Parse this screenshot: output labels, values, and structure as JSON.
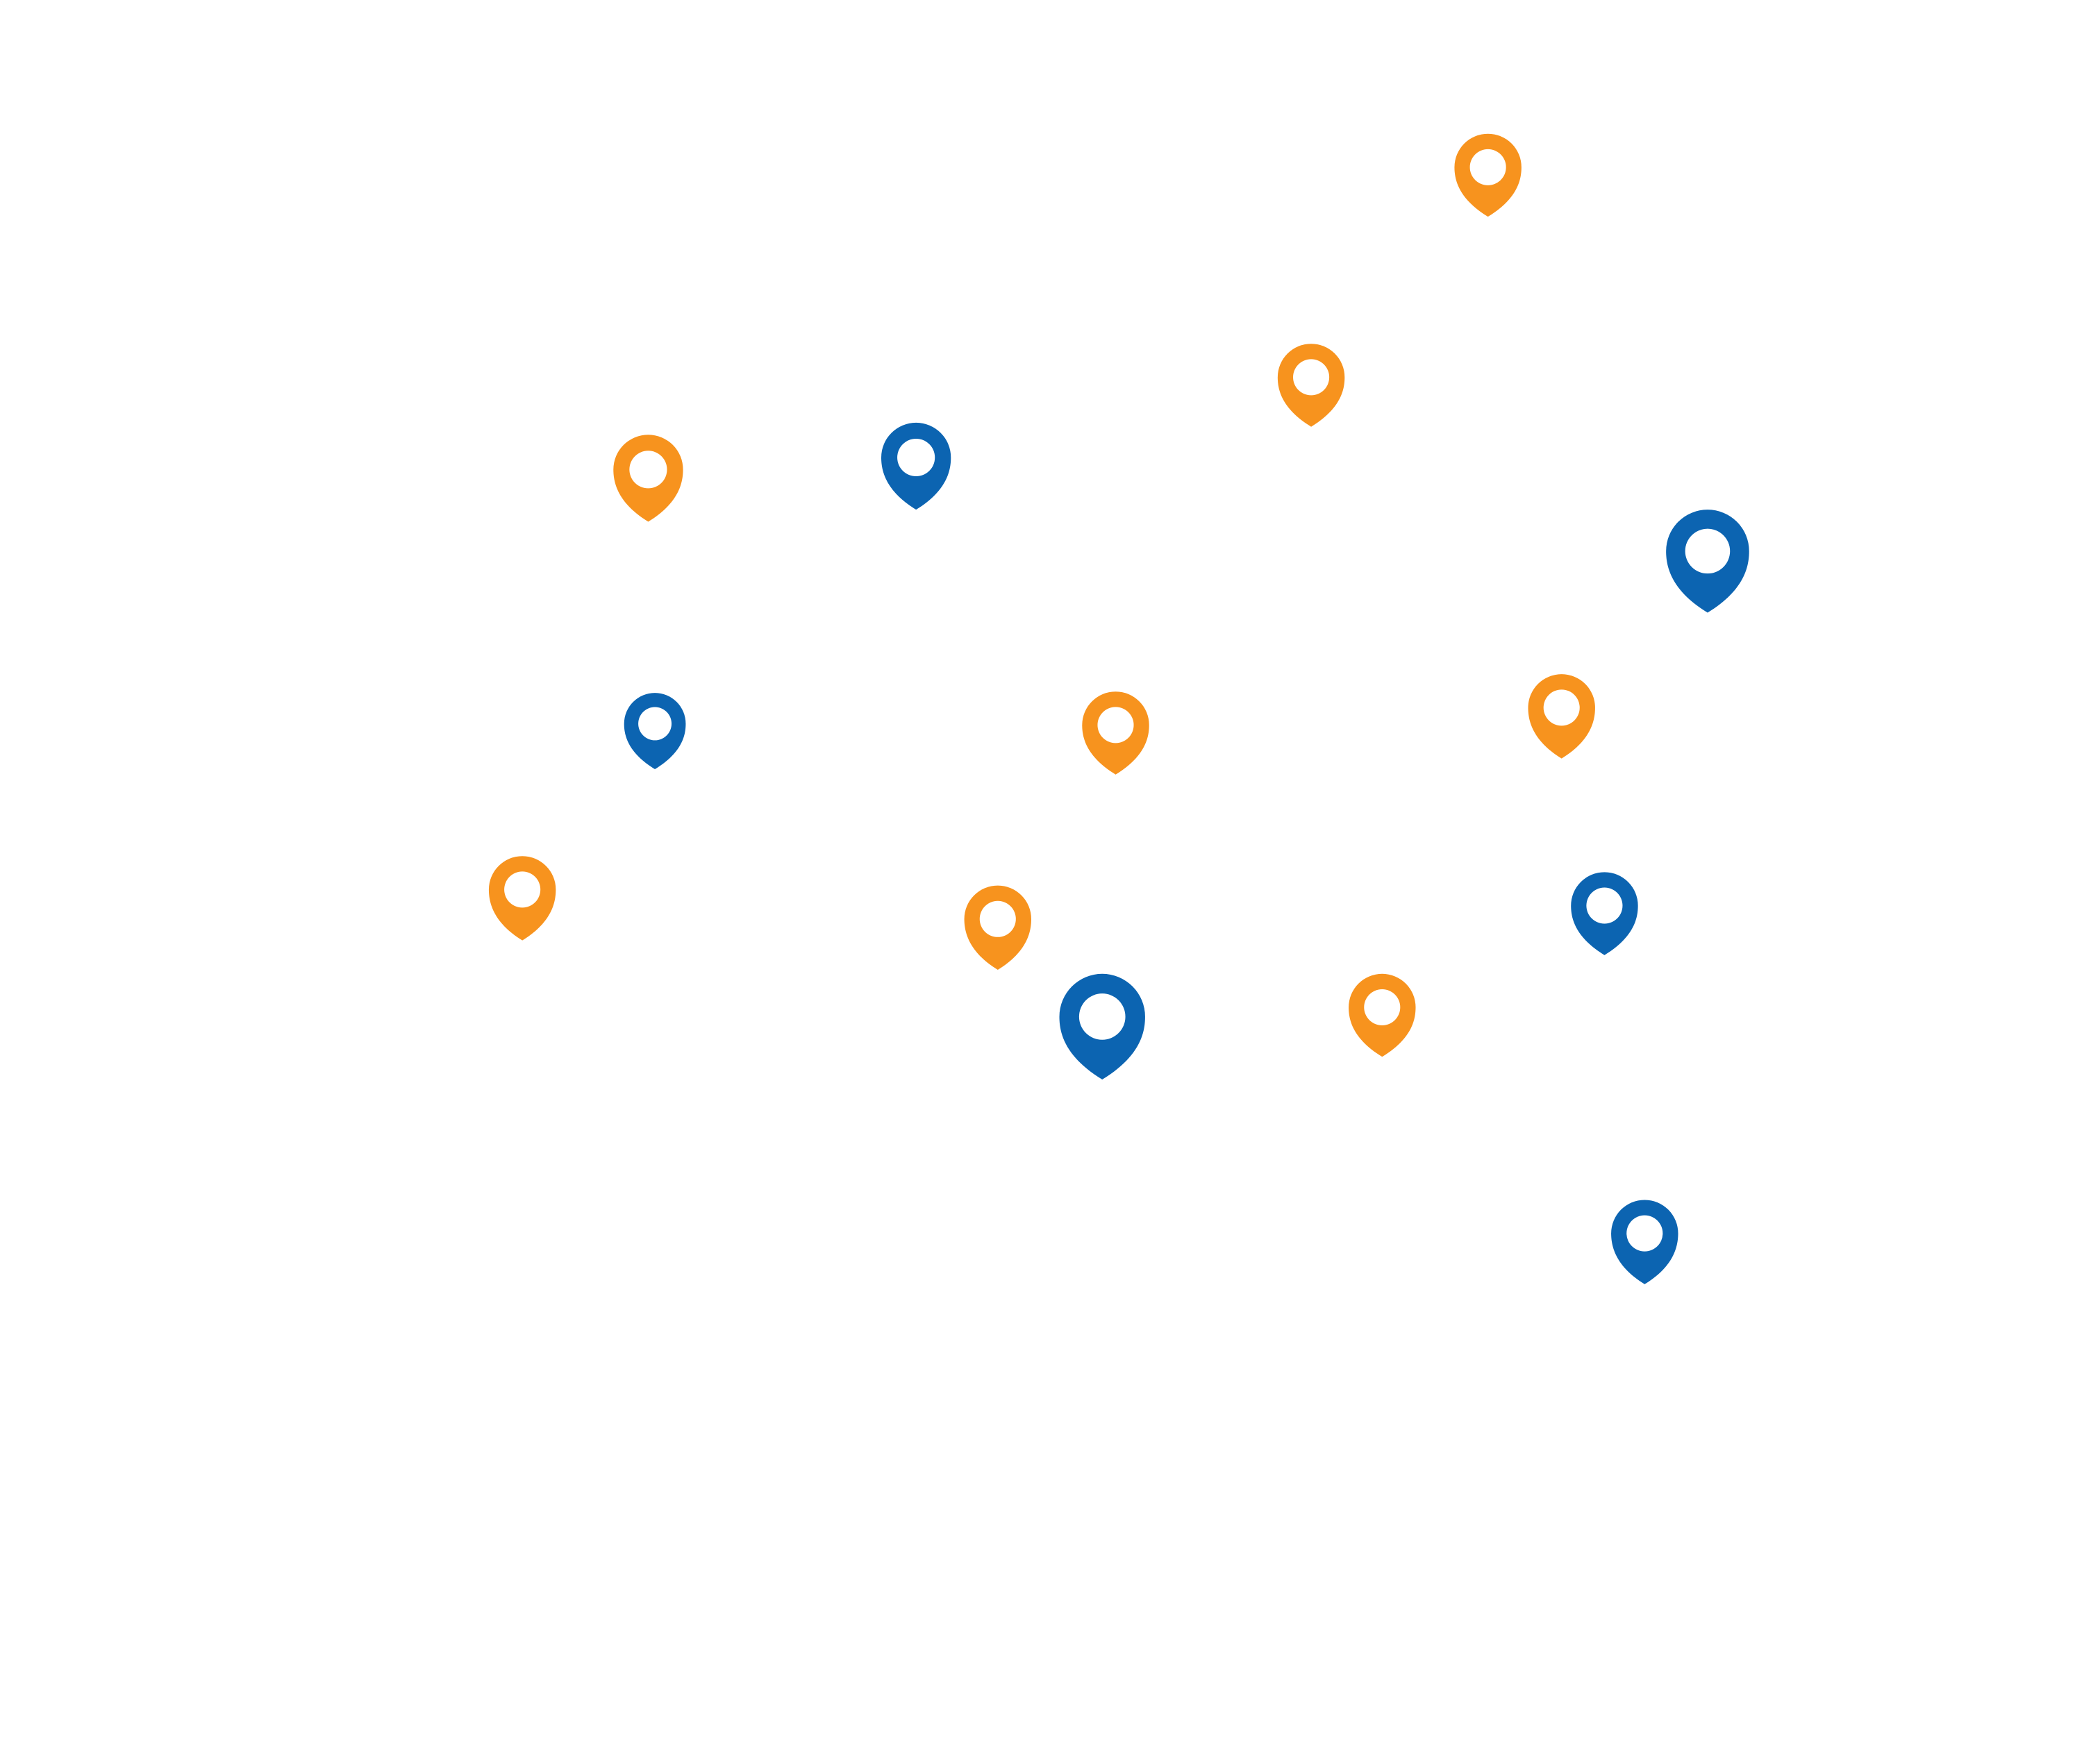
{
  "map": {
    "colors": {
      "orange": "#F7931E",
      "blue": "#0C64B1",
      "pin_hole": "#FFFFFF",
      "background": "#FFFFFF"
    },
    "pins": [
      {
        "category": "orange",
        "icon": "map-pin-icon"
      },
      {
        "category": "orange",
        "icon": "map-pin-icon"
      },
      {
        "category": "orange",
        "icon": "map-pin-icon"
      },
      {
        "category": "orange",
        "icon": "map-pin-icon"
      },
      {
        "category": "orange",
        "icon": "map-pin-icon"
      },
      {
        "category": "orange",
        "icon": "map-pin-icon"
      },
      {
        "category": "orange",
        "icon": "map-pin-icon"
      },
      {
        "category": "orange",
        "icon": "map-pin-icon"
      },
      {
        "category": "blue",
        "icon": "map-pin-icon"
      },
      {
        "category": "blue",
        "icon": "map-pin-icon"
      },
      {
        "category": "blue",
        "icon": "map-pin-icon"
      },
      {
        "category": "blue",
        "icon": "map-pin-icon"
      },
      {
        "category": "blue",
        "icon": "map-pin-icon"
      },
      {
        "category": "blue",
        "icon": "map-pin-icon"
      }
    ]
  }
}
